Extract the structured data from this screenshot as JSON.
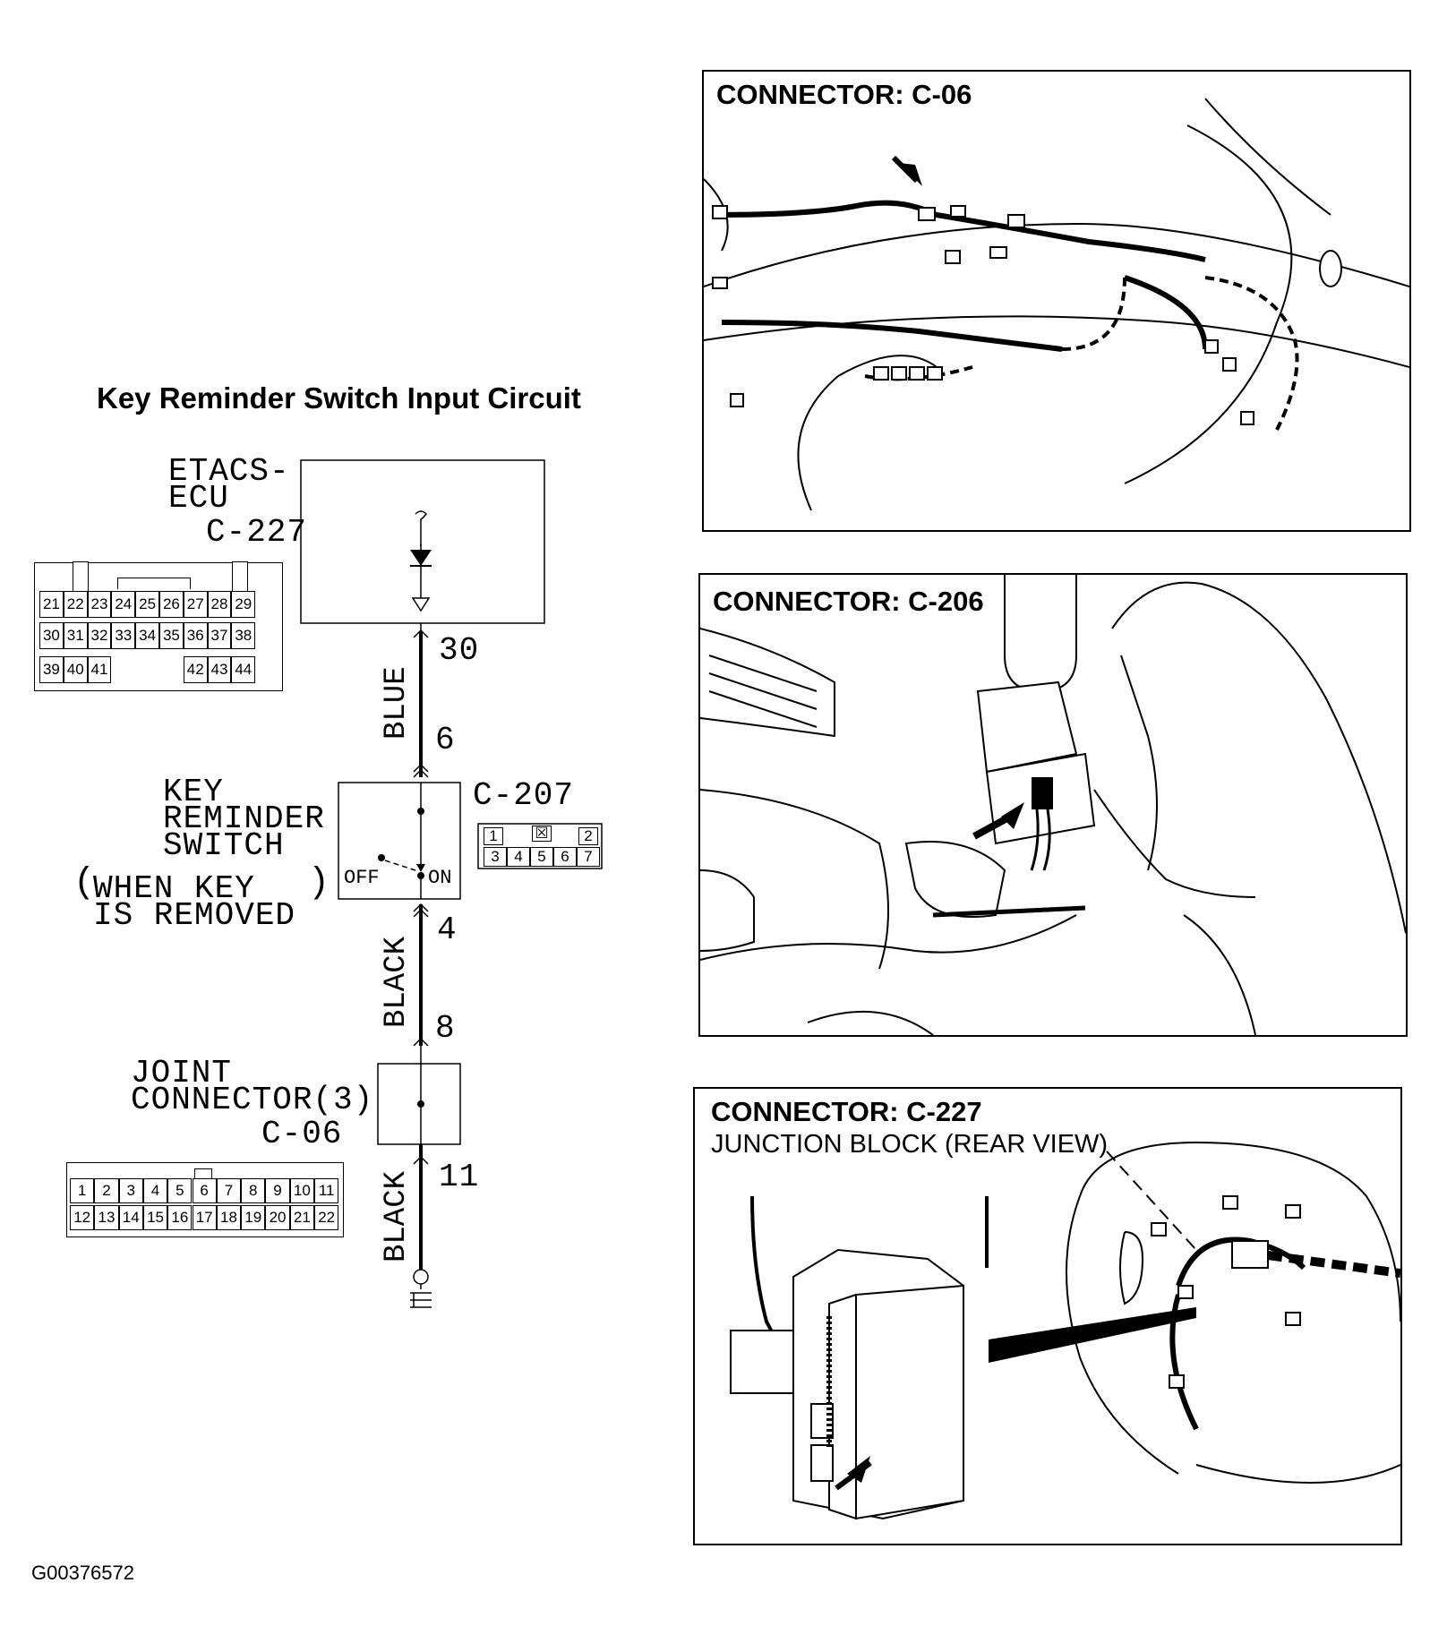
{
  "title": "Key Reminder Switch Input Circuit",
  "etacs": {
    "name_line1": "ETACS-",
    "name_line2": "ECU",
    "connector": "C-227"
  },
  "c227_pins": {
    "row1": [
      "21",
      "22",
      "23",
      "24",
      "25",
      "26",
      "27",
      "28",
      "29"
    ],
    "row2": [
      "30",
      "31",
      "32",
      "33",
      "34",
      "35",
      "36",
      "37",
      "38"
    ],
    "row3_left": [
      "39",
      "40",
      "41"
    ],
    "row3_right": [
      "42",
      "43",
      "44"
    ]
  },
  "wires": {
    "blue": {
      "color_label": "BLUE",
      "pin_top": "30",
      "pin_bottom": "6"
    },
    "black1": {
      "color_label": "BLACK",
      "pin_top": "4",
      "pin_bottom": "8"
    },
    "black2": {
      "color_label": "BLACK",
      "pin_top": "11"
    }
  },
  "key_switch": {
    "name_line1": "KEY",
    "name_line2": "REMINDER",
    "name_line3": "SWITCH",
    "note_line1": "WHEN KEY",
    "note_line2": "IS REMOVED",
    "off_label": "OFF",
    "on_label": "ON",
    "connector": "C-207"
  },
  "c207_pins": {
    "top": [
      "1",
      "2"
    ],
    "bottom": [
      "3",
      "4",
      "5",
      "6",
      "7"
    ]
  },
  "joint": {
    "name_line1": "JOINT",
    "name_line2": "CONNECTOR(3)",
    "connector": "C-06"
  },
  "c06_pins": {
    "row1": [
      "1",
      "2",
      "3",
      "4",
      "5",
      "6",
      "7",
      "8",
      "9",
      "10",
      "11"
    ],
    "row2": [
      "12",
      "13",
      "14",
      "15",
      "16",
      "17",
      "18",
      "19",
      "20",
      "21",
      "22"
    ]
  },
  "panels": {
    "c06": {
      "title": "CONNECTOR: C-06"
    },
    "c206": {
      "title": "CONNECTOR: C-206"
    },
    "c227": {
      "title": "CONNECTOR: C-227",
      "subtitle": "JUNCTION BLOCK (REAR VIEW)"
    }
  },
  "figure_id": "G00376572"
}
